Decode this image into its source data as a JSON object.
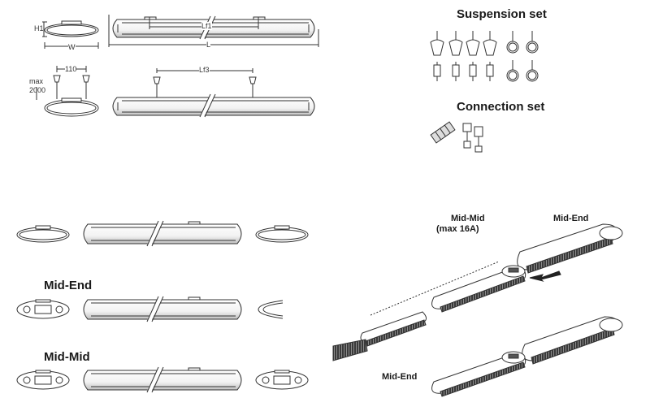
{
  "dimensions": {
    "h1": "H1",
    "w": "W",
    "lf1": "Lf1",
    "l": "L",
    "d110": "110",
    "max": "max",
    "max_value": "2000",
    "lf3": "Lf3"
  },
  "sets": {
    "suspension": "Suspension set",
    "connection": "Connection set"
  },
  "end_caps": {
    "mid_end": "Mid-End",
    "mid_mid": "Mid-Mid"
  },
  "iso": {
    "mid_mid": "Mid-Mid",
    "max_current": "(max 16A)",
    "mid_end_top": "Mid-End",
    "mid_end_bottom": "Mid-End"
  },
  "colors": {
    "line": "#333333",
    "fill": "#ffffff",
    "dark": "#2a2a2a"
  }
}
